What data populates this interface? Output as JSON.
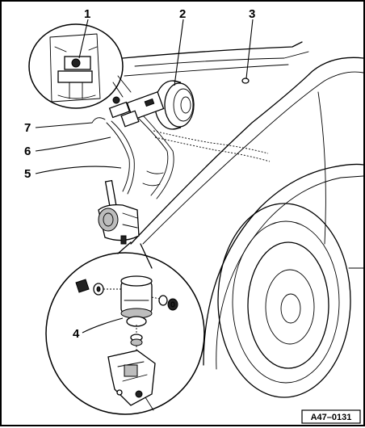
{
  "callouts": {
    "c1": "1",
    "c2": "2",
    "c3": "3",
    "c4": "4",
    "c5": "5",
    "c6": "6",
    "c7": "7"
  },
  "figure_ref": "A47–0131"
}
